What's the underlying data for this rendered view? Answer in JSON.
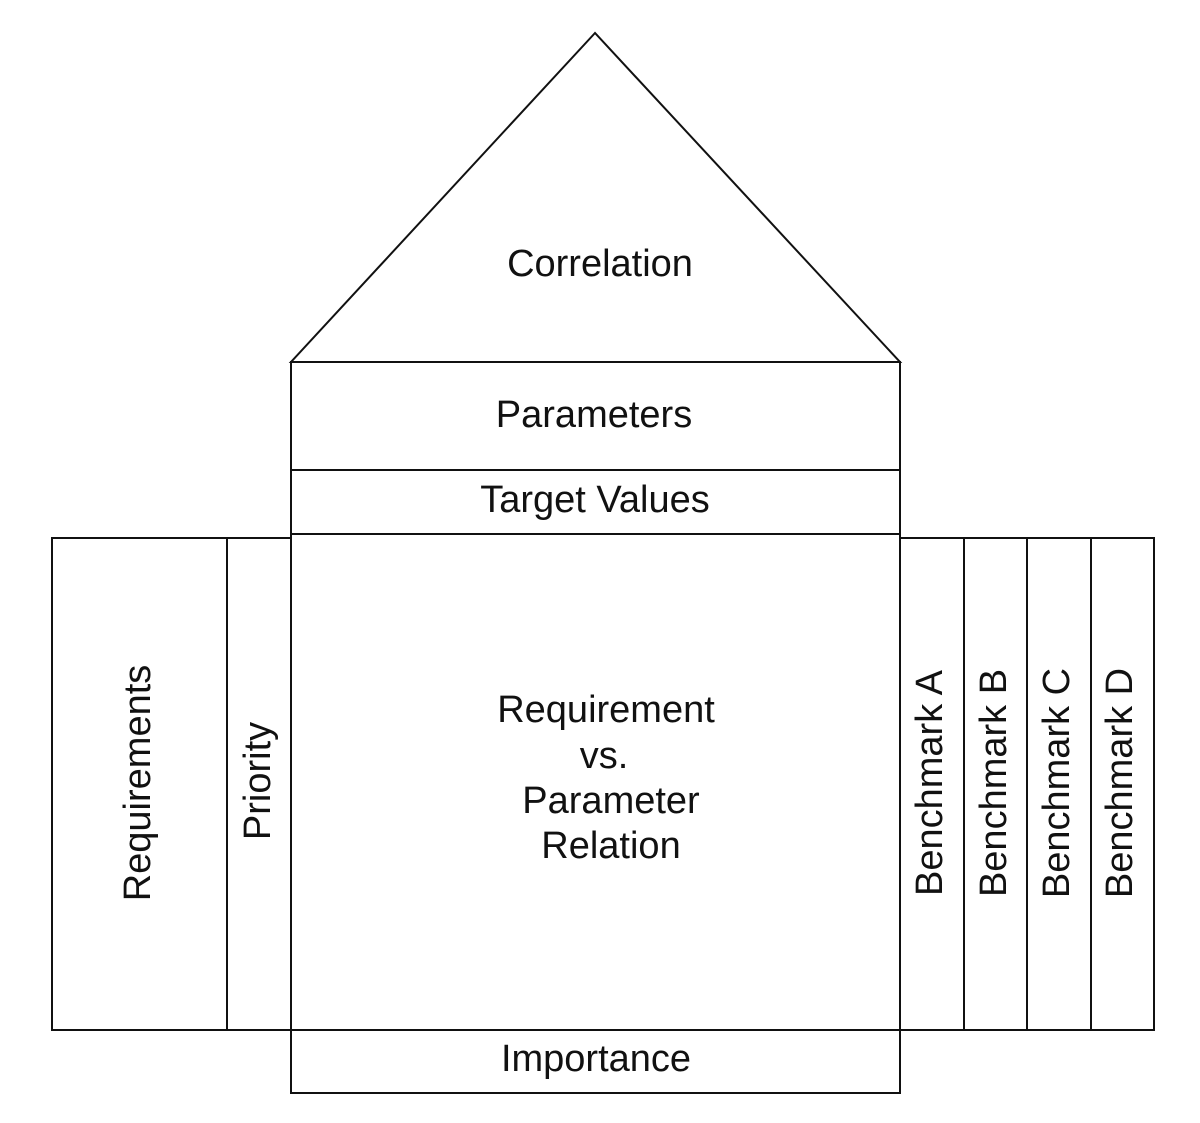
{
  "diagram": {
    "roof": "Correlation",
    "parameters": "Parameters",
    "target_values": "Target Values",
    "requirements": "Requirements",
    "priority": "Priority",
    "relation_lines": [
      "Requirement",
      "vs.",
      "Parameter",
      "Relation"
    ],
    "benchmarks": [
      "Benchmark A",
      "Benchmark B",
      "Benchmark C",
      "Benchmark D"
    ],
    "importance": "Importance"
  }
}
